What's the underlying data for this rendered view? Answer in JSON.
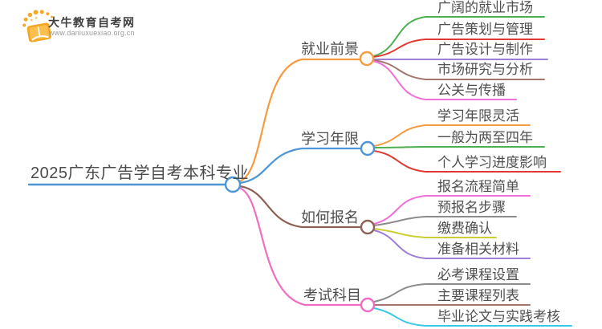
{
  "logo": {
    "title": "大牛教育自考网",
    "url": "www.daniuxuexiao.org.cn",
    "icon_color": "#F5A623"
  },
  "colors": {
    "orange": "#F59B40",
    "blue": "#4D96D5",
    "green": "#4CAF50",
    "red": "#DF3B32",
    "purple": "#9E7FD6",
    "brown": "#A3766C",
    "dark_brown": "#8D6156",
    "pink": "#F06EC2",
    "magenta": "#F26FD8",
    "gray": "#8C8C8C",
    "olive": "#CDCE35",
    "cyan": "#3BC8E4",
    "text": "#4D4D4D",
    "node_fill": "#FFFFFF"
  },
  "mindmap": {
    "root": {
      "label": "2025广东广告学自考本科专业"
    },
    "branches": [
      {
        "label": "就业前景",
        "children": [
          {
            "label": "广阔的就业市场"
          },
          {
            "label": "广告策划与管理"
          },
          {
            "label": "广告设计与制作"
          },
          {
            "label": "市场研究与分析"
          },
          {
            "label": "公关与传播"
          }
        ]
      },
      {
        "label": "学习年限",
        "children": [
          {
            "label": "学习年限灵活"
          },
          {
            "label": "一般为两至四年"
          },
          {
            "label": "个人学习进度影响"
          }
        ]
      },
      {
        "label": "如何报名",
        "children": [
          {
            "label": "报名流程简单"
          },
          {
            "label": "预报名步骤"
          },
          {
            "label": "缴费确认"
          },
          {
            "label": "准备相关材料"
          }
        ]
      },
      {
        "label": "考试科目",
        "children": [
          {
            "label": "必考课程设置"
          },
          {
            "label": "主要课程列表"
          },
          {
            "label": "毕业论文与实践考核"
          }
        ]
      }
    ]
  }
}
